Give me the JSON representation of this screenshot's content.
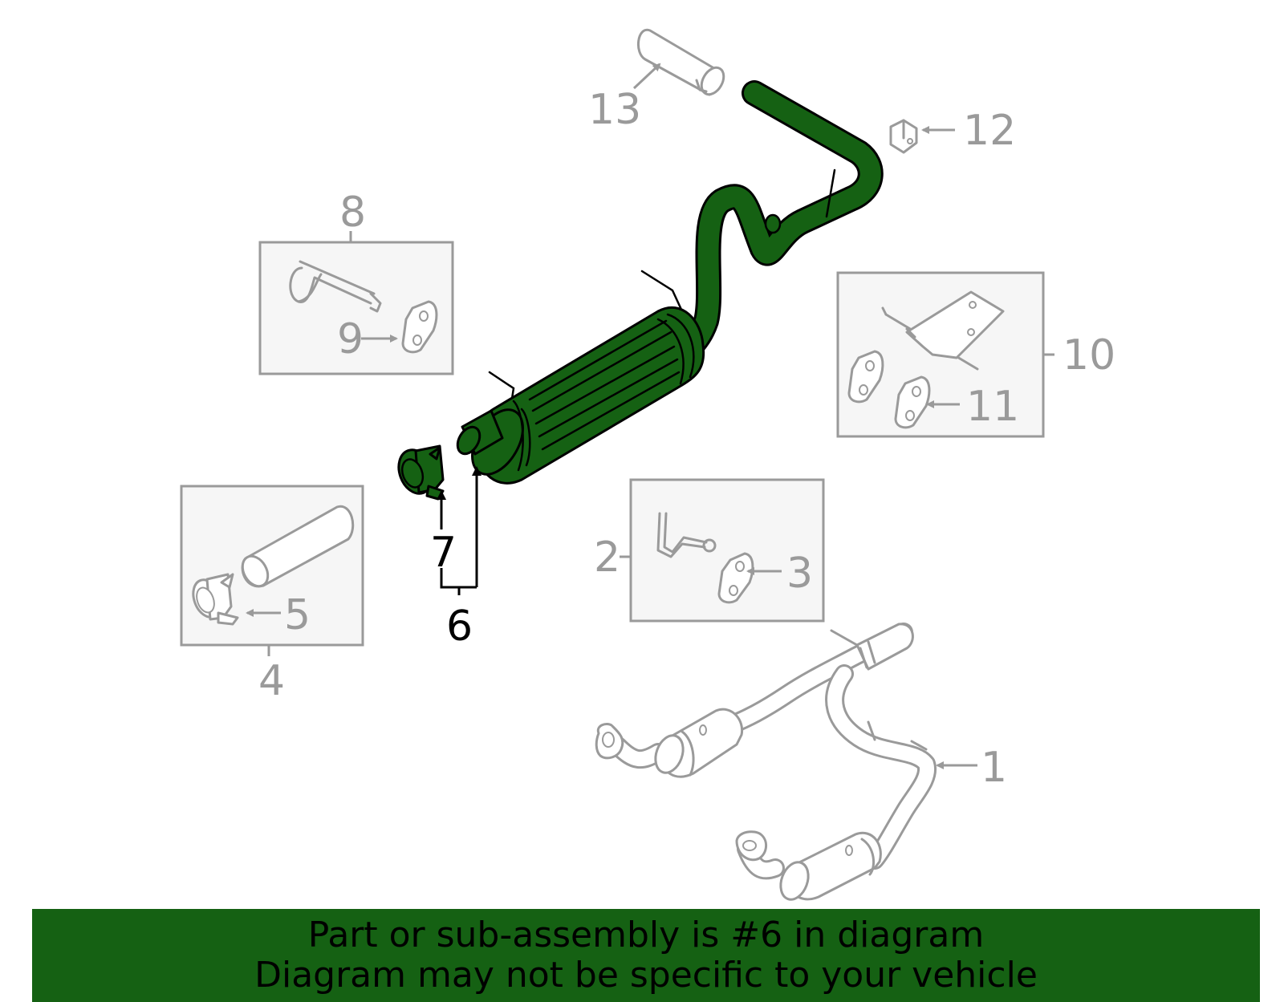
{
  "callouts": {
    "c1": "1",
    "c2": "2",
    "c3": "3",
    "c4": "4",
    "c5": "5",
    "c6": "6",
    "c7": "7",
    "c8": "8",
    "c9": "9",
    "c10": "10",
    "c11": "11",
    "c12": "12",
    "c13": "13"
  },
  "highlighted_part": "6",
  "colors": {
    "highlight": "#156113",
    "outline_grey": "#9a9a9a",
    "box_fill": "#f6f6f6"
  },
  "banner": {
    "line1": "Part or sub-assembly is #6 in diagram",
    "line2": "Diagram may not be specific to your vehicle"
  }
}
